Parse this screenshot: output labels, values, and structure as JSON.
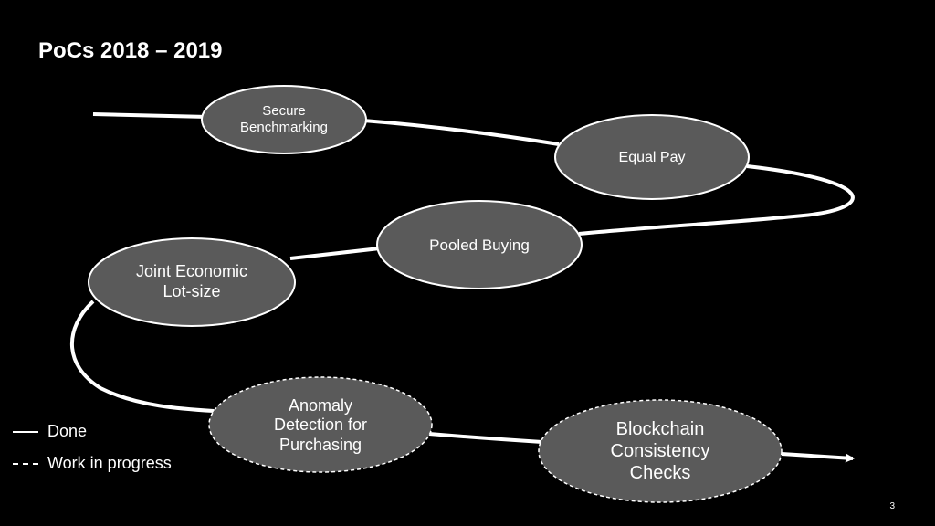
{
  "slide": {
    "title": "PoCs 2018 – 2019",
    "page_number": "3"
  },
  "nodes": {
    "secure_benchmarking": {
      "line1": "Secure",
      "line2": "Benchmarking",
      "status": "done"
    },
    "equal_pay": {
      "line1": "Equal Pay",
      "status": "done"
    },
    "pooled_buying": {
      "line1": "Pooled Buying",
      "status": "done"
    },
    "joint_economic_lot_size": {
      "line1": "Joint Economic",
      "line2": "Lot-size",
      "status": "done"
    },
    "anomaly_detection": {
      "line1": "Anomaly",
      "line2": "Detection for",
      "line3": "Purchasing",
      "status": "work in progress"
    },
    "blockchain_consistency": {
      "line1": "Blockchain",
      "line2": "Consistency",
      "line3": "Checks",
      "status": "work in progress"
    }
  },
  "legend": {
    "done_label": "Done",
    "wip_label": "Work in progress"
  },
  "colors": {
    "background": "#000000",
    "node_fill": "#5a5a5a",
    "node_stroke": "#ffffff",
    "path": "#ffffff",
    "text": "#ffffff"
  }
}
